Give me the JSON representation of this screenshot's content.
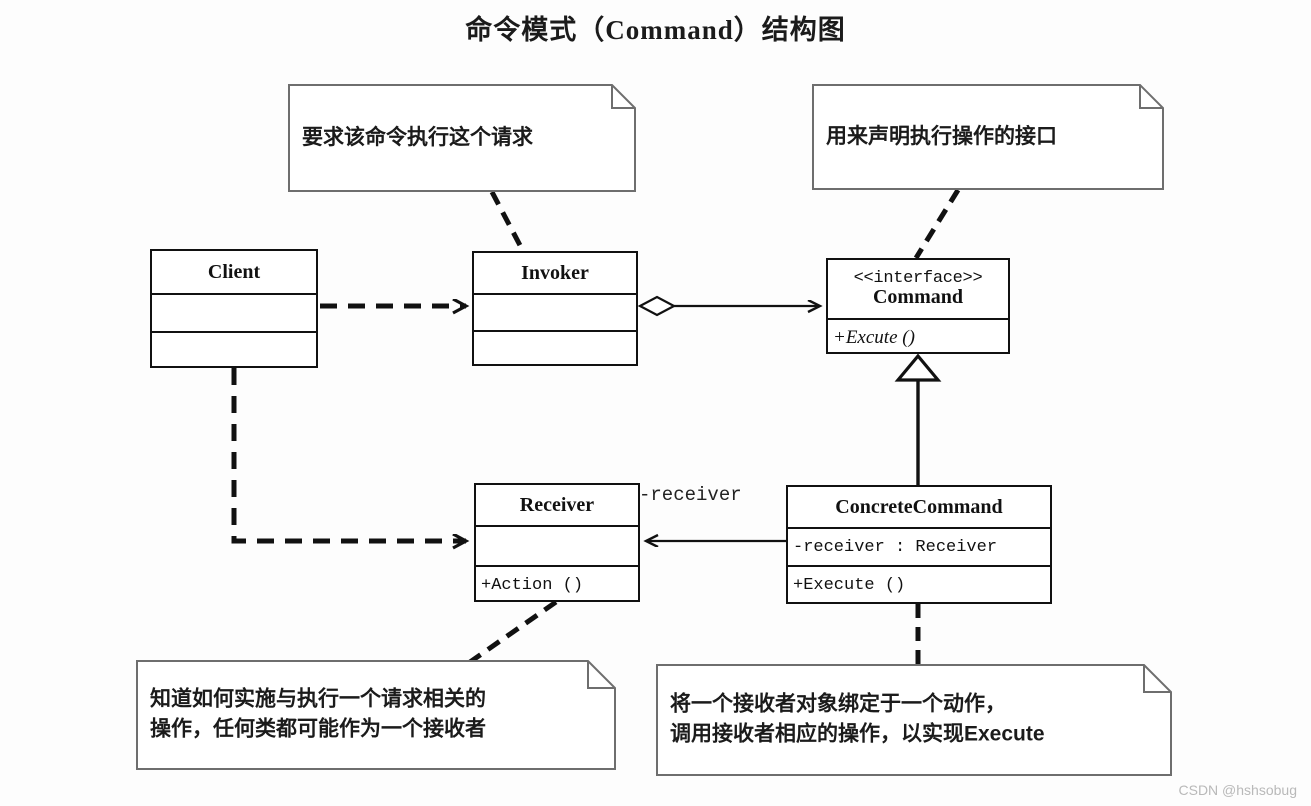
{
  "title": "命令模式（Command）结构图",
  "watermark": "CSDN @hshsobug",
  "colors": {
    "stroke": "#111111",
    "background": "#fdfdfd",
    "note_border": "#6e6e6e",
    "watermark": "#b9b9b9"
  },
  "classes": {
    "client": {
      "name": "Client",
      "attributes": "",
      "operations": ""
    },
    "invoker": {
      "name": "Invoker",
      "attributes": "",
      "operations": ""
    },
    "command": {
      "stereotype": "<<interface>>",
      "name": "Command",
      "operations": "+Excute ()"
    },
    "receiver": {
      "name": "Receiver",
      "attributes": "",
      "operations": "+Action ()"
    },
    "concrete_command": {
      "name": "ConcreteCommand",
      "attributes": "-receiver : Receiver",
      "operations": "+Execute ()"
    }
  },
  "labels": {
    "receiver_role": "-receiver"
  },
  "notes": {
    "invoker_note": "要求该命令执行这个请求",
    "command_note": "用来声明执行操作的接口",
    "receiver_note": "知道如何实施与执行一个请求相关的\n操作，任何类都可能作为一个接收者",
    "concrete_command_note": "将一个接收者对象绑定于一个动作，\n调用接收者相应的操作，以实现Execute"
  }
}
